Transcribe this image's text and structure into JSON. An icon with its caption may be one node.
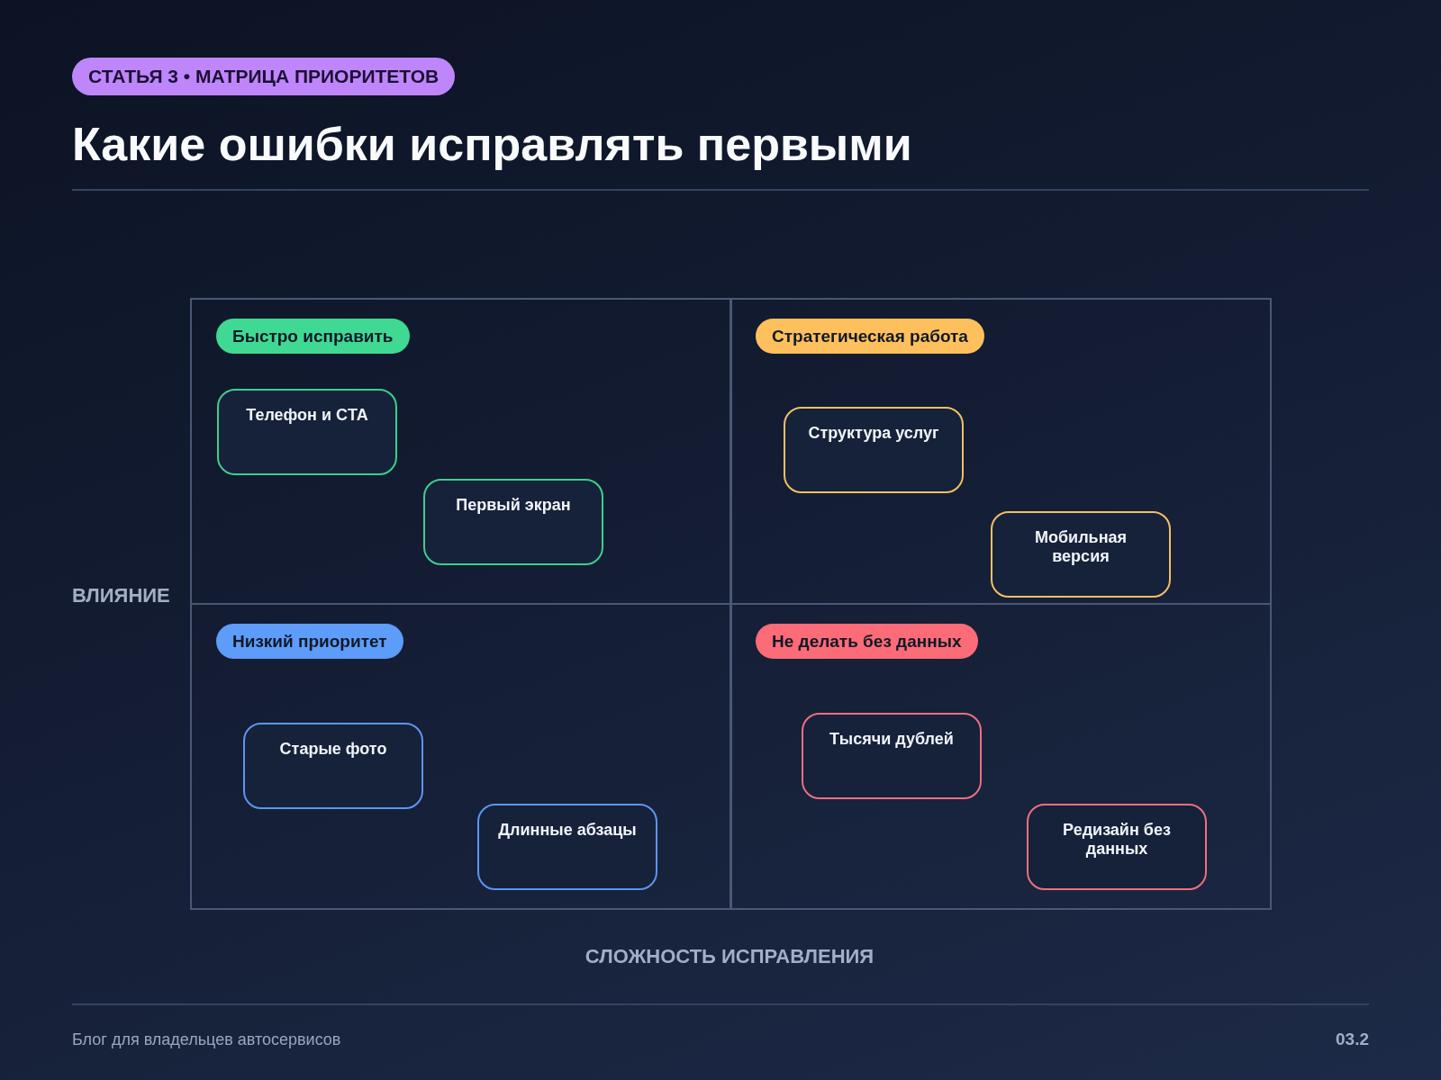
{
  "diagram": {
    "title": "Какие ошибки исправлять первыми",
    "nodes": [
      {
        "text": [
          "Быстро исправить"
        ]
      },
      {
        "text": [
          "Телефон и CTA"
        ],
        "in": 0
      },
      {
        "text": [
          "Первый экран"
        ],
        "in": 0
      },
      {
        "text": [
          "Стратегическая работа"
        ]
      },
      {
        "text": [
          "Структура услуг"
        ],
        "in": 3
      },
      {
        "text": [
          "Мобильная версия"
        ],
        "in": 3
      },
      {
        "text": [
          "Низкий приоритет"
        ]
      },
      {
        "text": [
          "Старые фото"
        ],
        "in": 6
      },
      {
        "text": [
          "Длинные абзацы"
        ],
        "in": 6
      },
      {
        "text": [
          "Не делать без данных"
        ]
      },
      {
        "text": [
          "Тысячи дублей"
        ],
        "in": 9
      },
      {
        "text": [
          "Редизайн без данных"
        ],
        "in": 9
      }
    ],
    "labels": [
      "СТАТЬЯ 3 • МАТРИЦА ПРИОРИТЕТОВ",
      "ВЛИЯНИЕ",
      "СЛОЖНОСТЬ ИСПРАВЛЕНИЯ",
      "Блог для владельцев автосервисов",
      "03.2"
    ]
  }
}
